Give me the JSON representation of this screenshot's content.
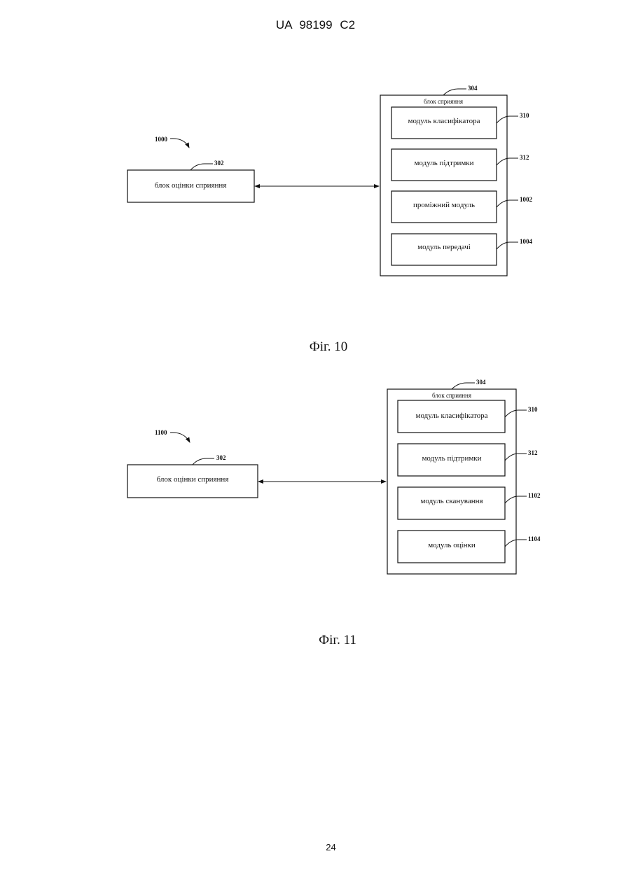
{
  "header": {
    "doc_id": "UA   98199   C2"
  },
  "page_number": "24",
  "fig10": {
    "ref_system": "1000",
    "assess_ref": "302",
    "assess_label": "блок оцінки сприяння",
    "container_ref": "304",
    "container_label": "блок сприяння",
    "modules": [
      {
        "ref": "310",
        "label": "модуль класифікатора"
      },
      {
        "ref": "312",
        "label": "модуль підтримки"
      },
      {
        "ref": "1002",
        "label": "проміжний модуль"
      },
      {
        "ref": "1004",
        "label": "модуль передачі"
      }
    ],
    "caption": "Фіг. 10"
  },
  "fig11": {
    "ref_system": "1100",
    "assess_ref": "302",
    "assess_label": "блок оцінки сприяння",
    "container_ref": "304",
    "container_label": "блок сприяння",
    "modules": [
      {
        "ref": "310",
        "label": "модуль класифікатора"
      },
      {
        "ref": "312",
        "label": "модуль підтримки"
      },
      {
        "ref": "1102",
        "label": "модуль сканування"
      },
      {
        "ref": "1104",
        "label": "модуль оцінки"
      }
    ],
    "caption": "Фіг. 11"
  }
}
